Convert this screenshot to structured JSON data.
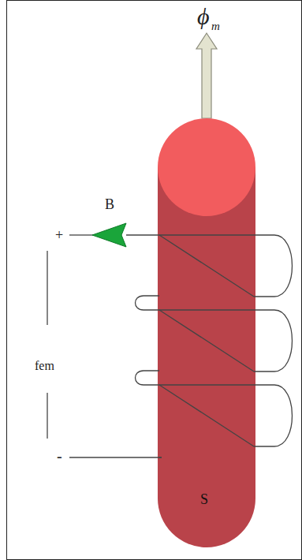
{
  "diagram": {
    "labels": [
      "ϕ",
      "m",
      "B",
      "+",
      "fem",
      "-",
      "S"
    ]
  }
}
